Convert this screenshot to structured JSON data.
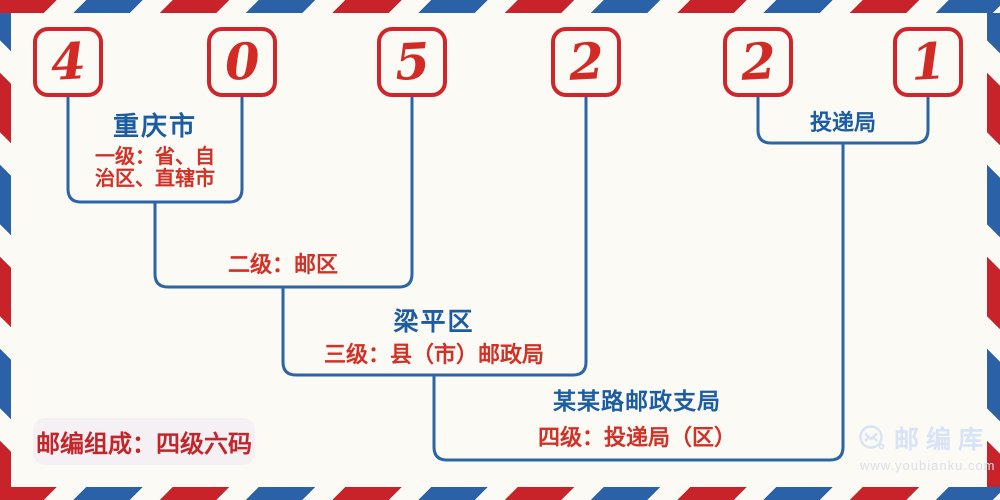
{
  "postal_code": {
    "value": "405221",
    "digits": [
      "4",
      "0",
      "5",
      "2",
      "2",
      "1"
    ]
  },
  "levels": {
    "level1": {
      "place": "重庆市",
      "desc": "一级：省、自治区、直辖市"
    },
    "level2": {
      "desc": "二级：邮区"
    },
    "level3": {
      "place": "梁平区",
      "desc": "三级：县（市）邮政局"
    },
    "level4": {
      "place": "某某路邮政支局",
      "desc": "四级：投递局（区）"
    },
    "delivery": {
      "label": "投递局"
    }
  },
  "badge": {
    "text": "邮编组成：四级六码"
  },
  "watermark": {
    "brand": "邮编库",
    "url": "www.youbianku.com",
    "icon": "envelope-in-circle-icon"
  },
  "colors": {
    "bg": "#fbfaf4",
    "stripe_red": "#c8232a",
    "stripe_blue": "#2b62a7",
    "box_red": "#d0262b",
    "digit_red": "#d22b26",
    "text_red": "#d23128",
    "text_blue": "#1c5ca3",
    "line_blue": "#2b64a8",
    "badge_bg": "#f5f0f4",
    "badge_red": "#c2262b",
    "wm": "#d9e3f7",
    "wm_url": "#dcdeeb"
  }
}
